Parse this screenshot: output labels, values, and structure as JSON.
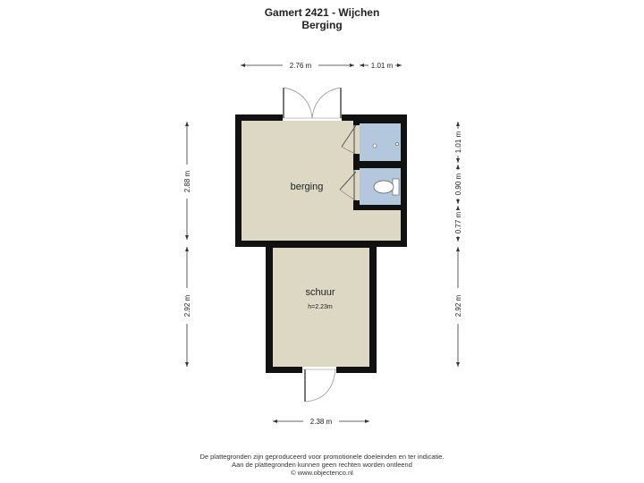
{
  "header": {
    "address": "Gamert 2421 - Wijchen",
    "floor": "Berging"
  },
  "rooms": {
    "berging": {
      "label": "berging"
    },
    "schuur": {
      "label": "schuur",
      "height": "h=2.23m"
    }
  },
  "dimensions": {
    "top_width_main": "2.76 m",
    "top_width_side": "1.01 m",
    "left_height_upper": "2.88 m",
    "left_height_lower": "2.92 m",
    "right_height_1": "1.01 m",
    "right_height_2": "0.90 m",
    "right_height_3": "0.77 m",
    "right_height_lower": "2.92 m",
    "bottom_width": "2.38 m"
  },
  "footer": {
    "line1": "De plattegronden zijn geproduceerd voor promotionele doeleinden en ter indicatie.",
    "line2": "Aan de plattegronden kunnen geen rechten worden ontleend",
    "line3": "© www.objectenco.nl"
  },
  "colors": {
    "wall": "#111111",
    "room_floor": "#ddd8c3",
    "wet_room": "#b3c8dc",
    "dim_line": "#333333"
  }
}
